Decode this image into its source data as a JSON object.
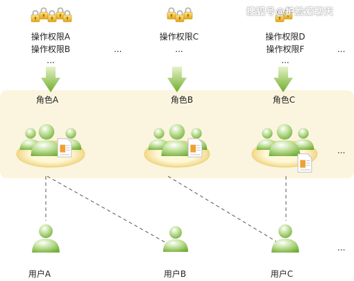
{
  "permissions": [
    {
      "lines": [
        "操作权限A",
        "操作权限B",
        "..."
      ]
    },
    {
      "lines": [
        "操作权限C",
        "..."
      ]
    },
    {
      "lines": [
        "操作权限D",
        "操作权限F",
        "..."
      ]
    }
  ],
  "permissions_more": "...",
  "roles": [
    {
      "label": "角色A"
    },
    {
      "label": "角色B"
    },
    {
      "label": "角色C"
    }
  ],
  "roles_more": "...",
  "users": [
    {
      "label": "用户A"
    },
    {
      "label": "用户B"
    },
    {
      "label": "用户C"
    }
  ],
  "users_more": "...",
  "watermark": "搜狐号@护脸爱聊天",
  "icons": {
    "lock": "padlock-icon",
    "arrow": "down-arrow-icon",
    "group": "user-group-icon",
    "document": "document-icon",
    "user": "user-icon"
  },
  "colors": {
    "band": "#fbf5df",
    "arrow": "#8cc63f",
    "person_light": "#c6e3a2",
    "person_dark": "#7cb542",
    "lock": "#f2c230",
    "line": "#555555"
  }
}
